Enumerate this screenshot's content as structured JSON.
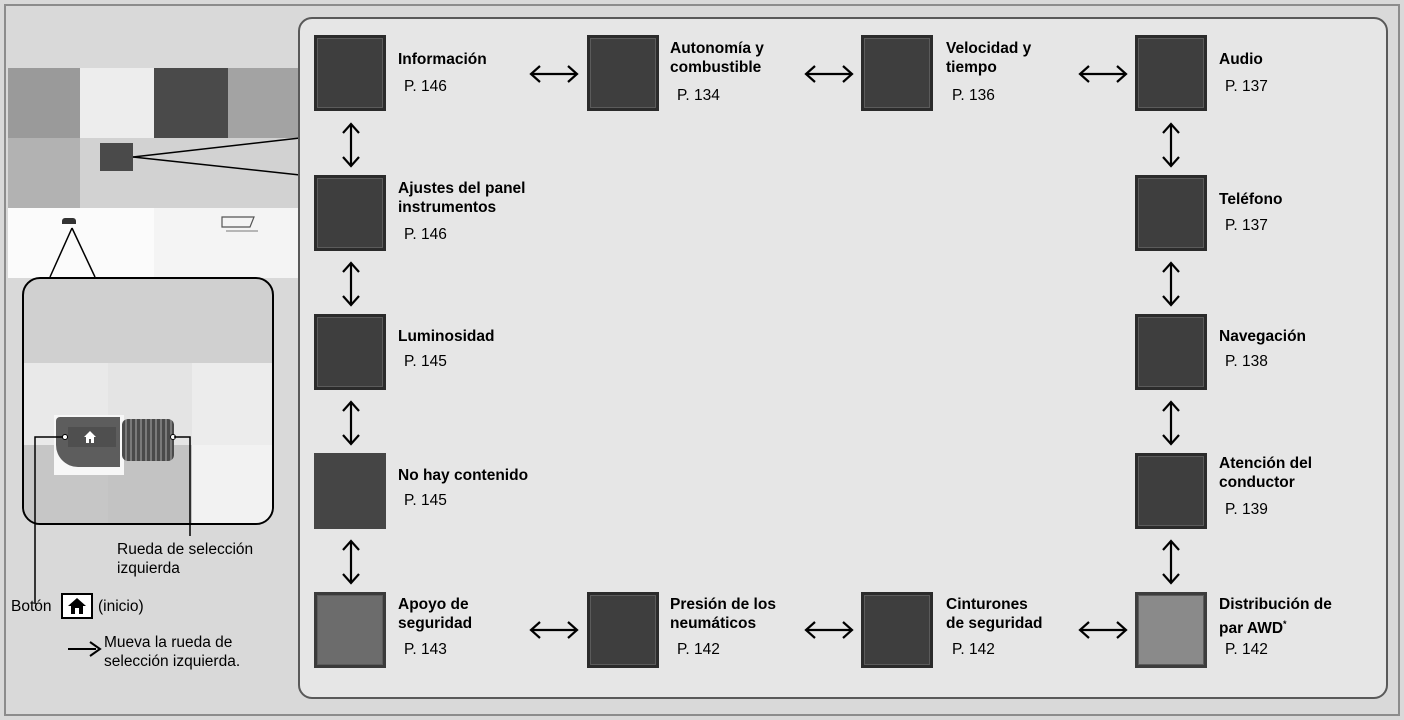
{
  "items": {
    "informacion": {
      "title": [
        "Información"
      ],
      "page": "P. 146"
    },
    "autonomia": {
      "title": [
        "Autonomía y",
        "combustible"
      ],
      "page": "P. 134"
    },
    "velocidad": {
      "title": [
        "Velocidad y",
        "tiempo"
      ],
      "page": "P. 136"
    },
    "audio": {
      "title": [
        "Audio"
      ],
      "page": "P. 137"
    },
    "ajustes": {
      "title": [
        "Ajustes del panel",
        "instrumentos"
      ],
      "page": "P. 146"
    },
    "telefono": {
      "title": [
        "Teléfono"
      ],
      "page": "P. 137"
    },
    "luminosidad": {
      "title": [
        "Luminosidad"
      ],
      "page": "P. 145"
    },
    "navegacion": {
      "title": [
        "Navegación"
      ],
      "page": "P. 138"
    },
    "no_contenido": {
      "title": [
        "No hay contenido"
      ],
      "page": "P. 145"
    },
    "atencion": {
      "title": [
        "Atención del",
        "conductor"
      ],
      "page": "P. 139"
    },
    "apoyo": {
      "title": [
        "Apoyo de",
        "seguridad"
      ],
      "page": "P. 143"
    },
    "presion": {
      "title": [
        "Presión de los",
        "neumáticos"
      ],
      "page": "P. 142"
    },
    "cinturones": {
      "title": [
        "Cinturones",
        "de seguridad"
      ],
      "page": "P. 142"
    },
    "distribucion": {
      "title": [
        "Distribución de",
        "par AWD"
      ],
      "title_suffix": "*",
      "page": "P. 142"
    }
  },
  "labels": {
    "wheel_line1": "Rueda de selección",
    "wheel_line2": "izquierda",
    "button_prefix": "Botón",
    "button_suffix": "(inicio)",
    "legend_line1": "Mueva la rueda de",
    "legend_line2": "selección izquierda."
  },
  "icons": {
    "home": "home-icon",
    "double_arrow": "double-arrow-icon",
    "right_arrow": "right-arrow-icon"
  },
  "colors": {
    "background": "#d9d9d9",
    "panel": "#e6e6e6",
    "screen_dark": "#3e3e3e"
  }
}
